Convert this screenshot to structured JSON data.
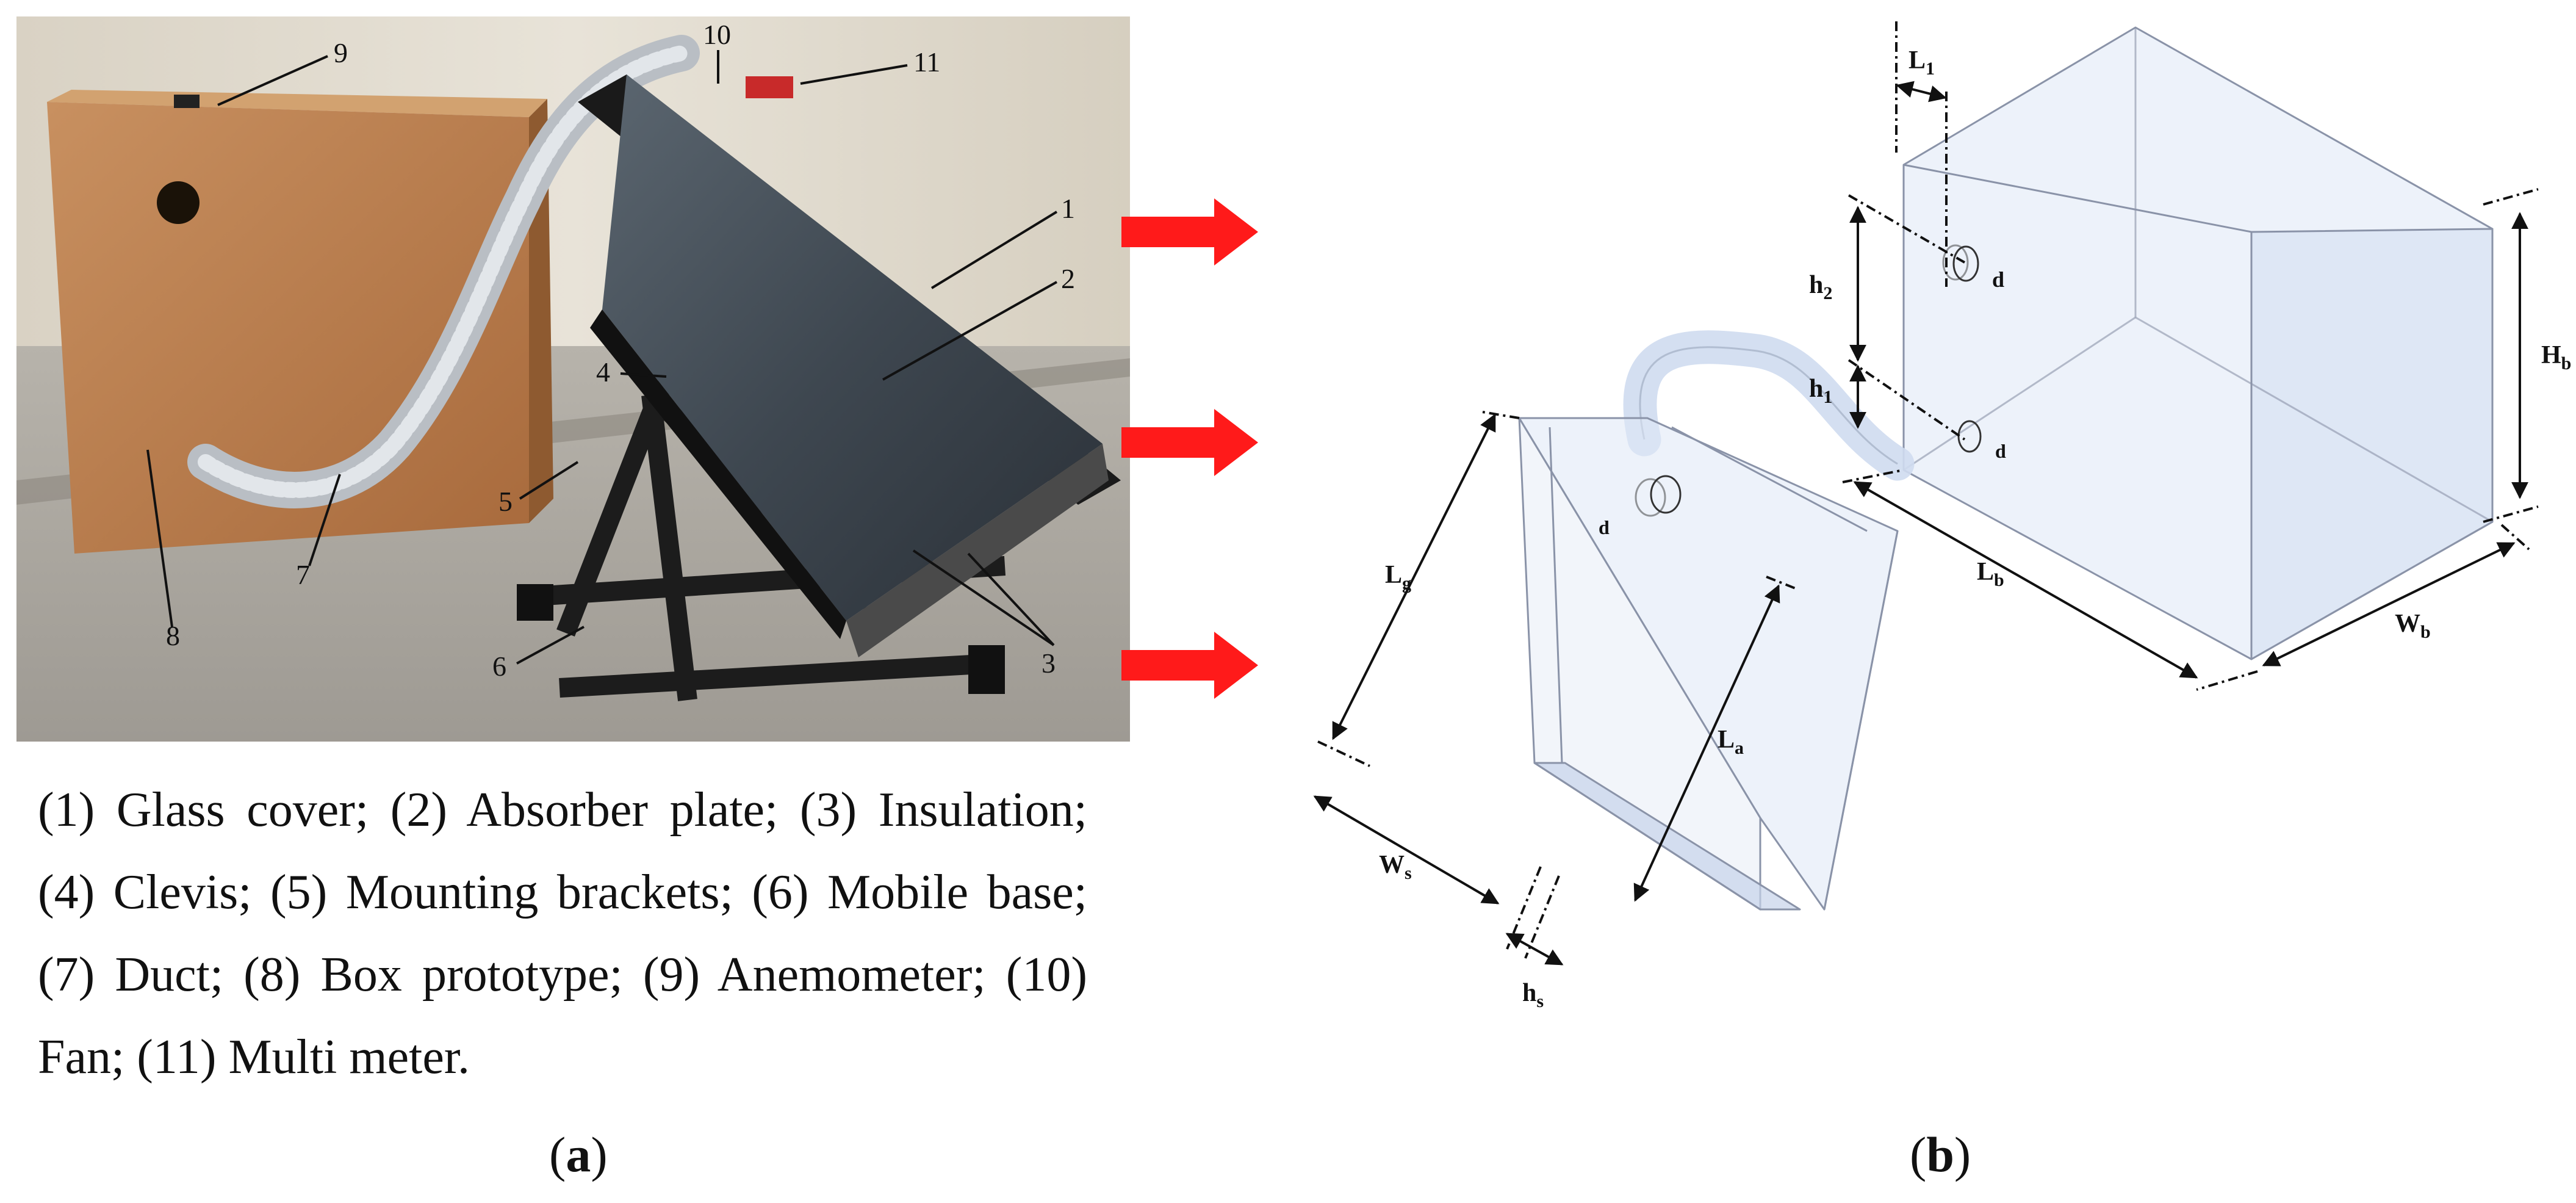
{
  "photo": {
    "callouts": [
      "1",
      "2",
      "3",
      "4",
      "5",
      "6",
      "7",
      "8",
      "9",
      "10",
      "11"
    ]
  },
  "caption": {
    "text": "(1) Glass cover; (2) Absorber plate; (3) Insulation; (4) Clevis; (5) Mounting brackets; (6) Mobile base; (7) Duct; (8) Box prototype; (9) Anemometer; (10) Fan; (11) Multi meter."
  },
  "panel_labels": {
    "a_open": "(",
    "a_letter": "a",
    "a_close": ")",
    "b_open": "(",
    "b_letter": "b",
    "b_close": ")"
  },
  "diagram": {
    "dimensions": {
      "L1": {
        "main": "L",
        "sub": "1"
      },
      "h2": {
        "main": "h",
        "sub": "2"
      },
      "h1": {
        "main": "h",
        "sub": "1"
      },
      "d_top": {
        "main": "d"
      },
      "d_bottom": {
        "main": "d"
      },
      "d_collector": {
        "main": "d"
      },
      "Hb": {
        "main": "H",
        "sub": "b"
      },
      "Lb": {
        "main": "L",
        "sub": "b"
      },
      "Wb": {
        "main": "W",
        "sub": "b"
      },
      "Lg": {
        "main": "L",
        "sub": "g"
      },
      "La": {
        "main": "L",
        "sub": "a"
      },
      "Ws": {
        "main": "W",
        "sub": "s"
      },
      "hs": {
        "main": "h",
        "sub": "s"
      }
    }
  },
  "colors": {
    "arrow": "#ff1a1a",
    "box_fill": "#dfe8f5",
    "box_edge": "#8a93a8",
    "duct": "#cfdcef"
  }
}
